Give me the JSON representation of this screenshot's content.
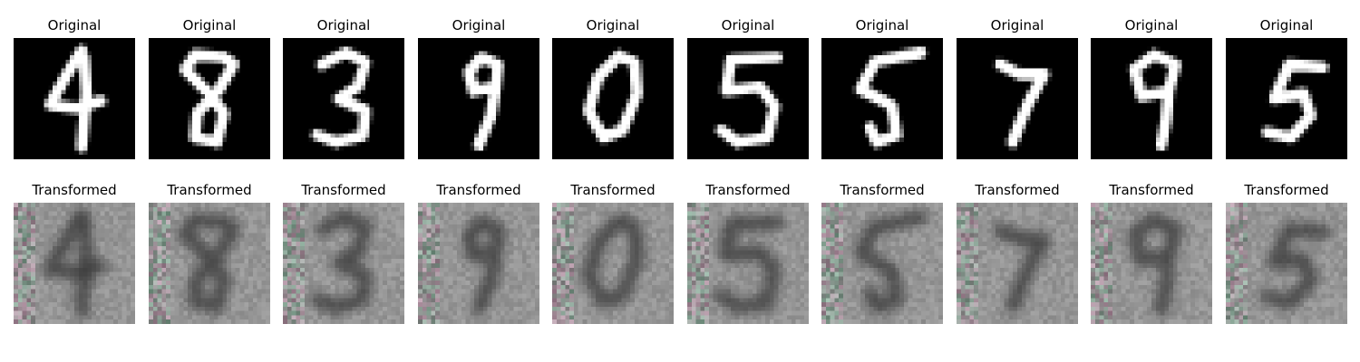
{
  "samples": [
    {
      "digit": "4",
      "original_title": "Original",
      "transformed_title": "Transformed"
    },
    {
      "digit": "8",
      "original_title": "Original",
      "transformed_title": "Transformed"
    },
    {
      "digit": "3",
      "original_title": "Original",
      "transformed_title": "Transformed"
    },
    {
      "digit": "9",
      "original_title": "Original",
      "transformed_title": "Transformed"
    },
    {
      "digit": "0",
      "original_title": "Original",
      "transformed_title": "Transformed"
    },
    {
      "digit": "5",
      "original_title": "Original",
      "transformed_title": "Transformed"
    },
    {
      "digit": "5",
      "original_title": "Original",
      "transformed_title": "Transformed"
    },
    {
      "digit": "7",
      "original_title": "Original",
      "transformed_title": "Transformed"
    },
    {
      "digit": "9",
      "original_title": "Original",
      "transformed_title": "Transformed"
    },
    {
      "digit": "5",
      "original_title": "Original",
      "transformed_title": "Transformed"
    }
  ],
  "colors": {
    "original_background": "#000000",
    "original_stroke": "#ffffff",
    "transformed_background": "#9a9a9a",
    "transformed_stroke": "#3a3a3a"
  }
}
